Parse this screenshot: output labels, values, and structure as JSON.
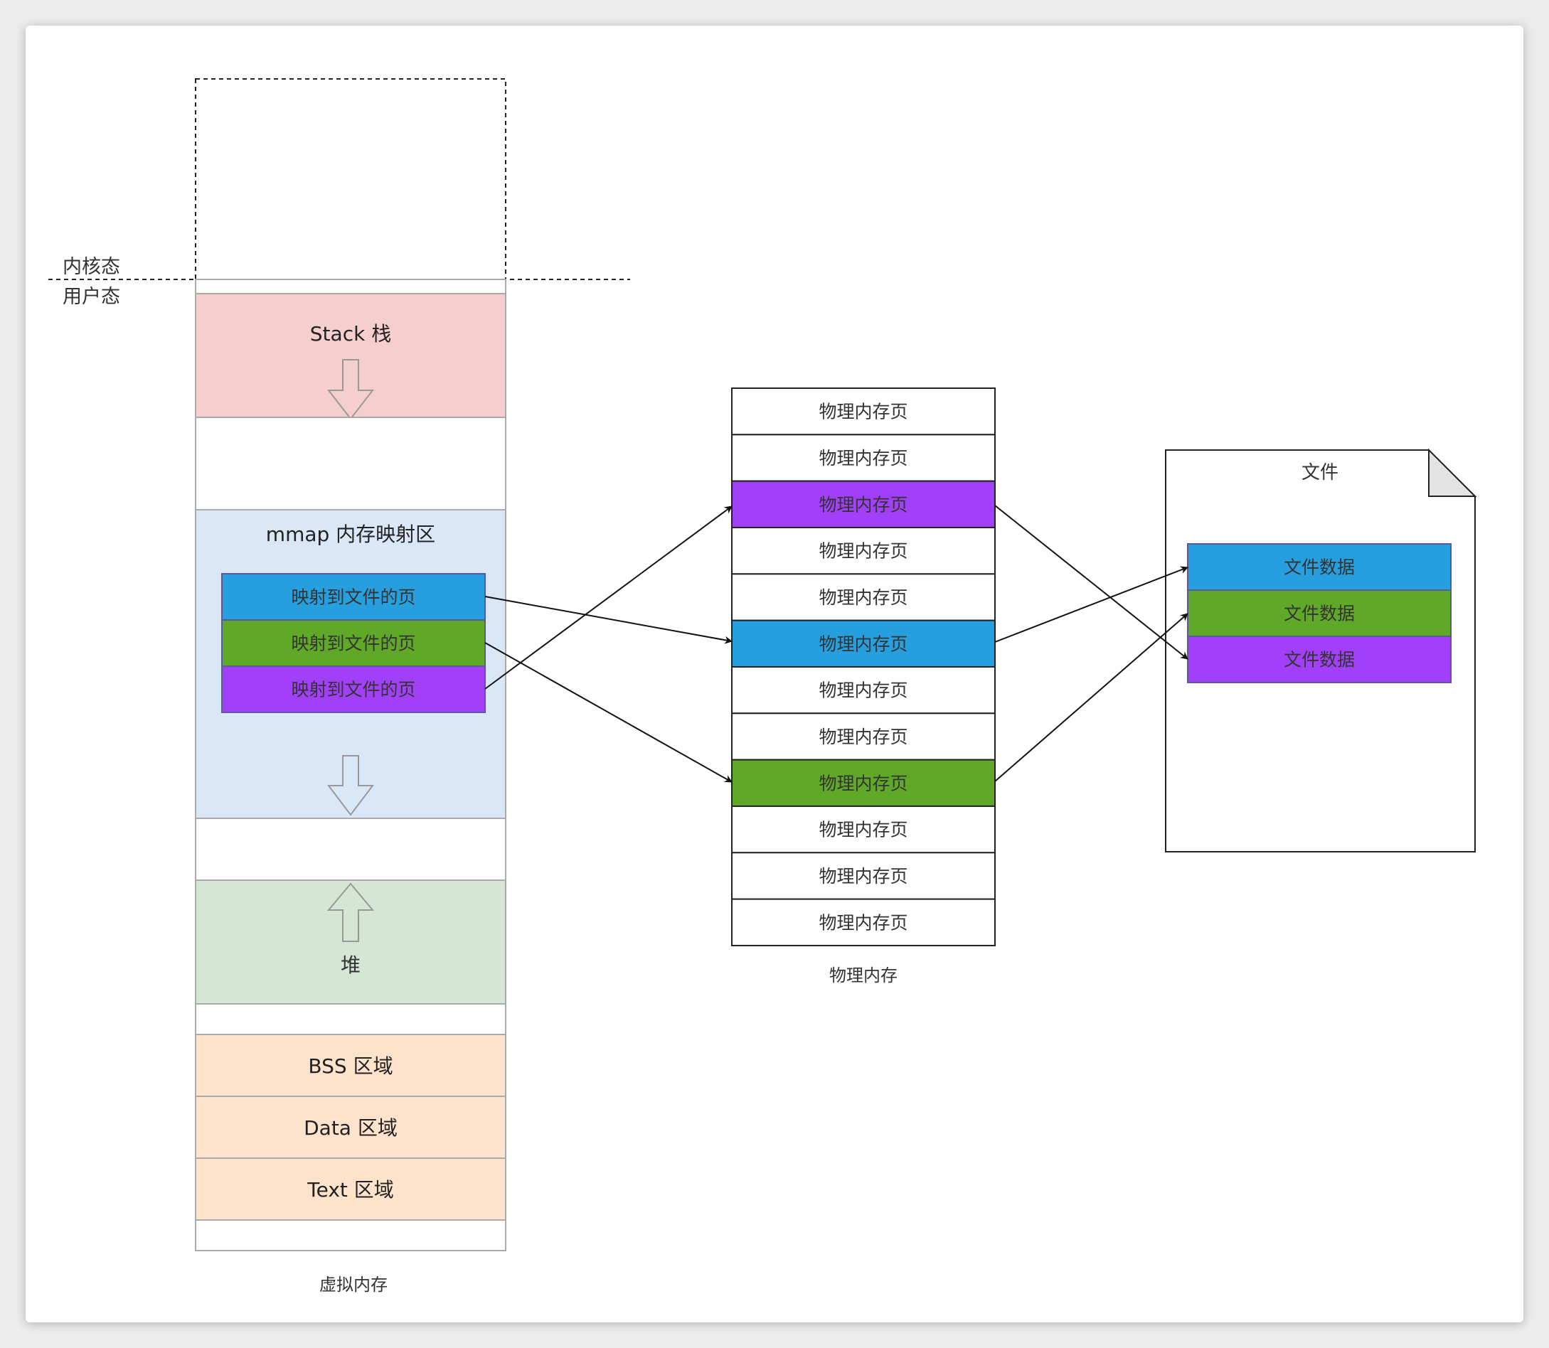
{
  "virtual_memory": {
    "caption": "虚拟内存",
    "kernel_label": "内核态",
    "user_label": "用户态",
    "stack_label": "Stack 栈",
    "mmap_label": "mmap 内存映射区",
    "mapped_pages": [
      {
        "label": "映射到文件的页",
        "color": "#279fde"
      },
      {
        "label": "映射到文件的页",
        "color": "#60a828"
      },
      {
        "label": "映射到文件的页",
        "color": "#a140f8"
      }
    ],
    "heap_label": "堆",
    "bss_label": "BSS 区域",
    "data_label": "Data 区域",
    "text_label": "Text 区域",
    "colors": {
      "stack": "#f5cece",
      "mmap": "#dae7f7",
      "heap": "#d5e6d5",
      "static": "#fde2cc"
    }
  },
  "physical_memory": {
    "caption": "物理内存",
    "pages": [
      {
        "label": "物理内存页",
        "color": "#ffffff"
      },
      {
        "label": "物理内存页",
        "color": "#ffffff"
      },
      {
        "label": "物理内存页",
        "color": "#a140f8"
      },
      {
        "label": "物理内存页",
        "color": "#ffffff"
      },
      {
        "label": "物理内存页",
        "color": "#ffffff"
      },
      {
        "label": "物理内存页",
        "color": "#279fde"
      },
      {
        "label": "物理内存页",
        "color": "#ffffff"
      },
      {
        "label": "物理内存页",
        "color": "#ffffff"
      },
      {
        "label": "物理内存页",
        "color": "#60a828"
      },
      {
        "label": "物理内存页",
        "color": "#ffffff"
      },
      {
        "label": "物理内存页",
        "color": "#ffffff"
      },
      {
        "label": "物理内存页",
        "color": "#ffffff"
      }
    ]
  },
  "file": {
    "title": "文件",
    "blocks": [
      {
        "label": "文件数据",
        "color": "#279fde"
      },
      {
        "label": "文件数据",
        "color": "#60a828"
      },
      {
        "label": "文件数据",
        "color": "#a140f8"
      }
    ]
  }
}
